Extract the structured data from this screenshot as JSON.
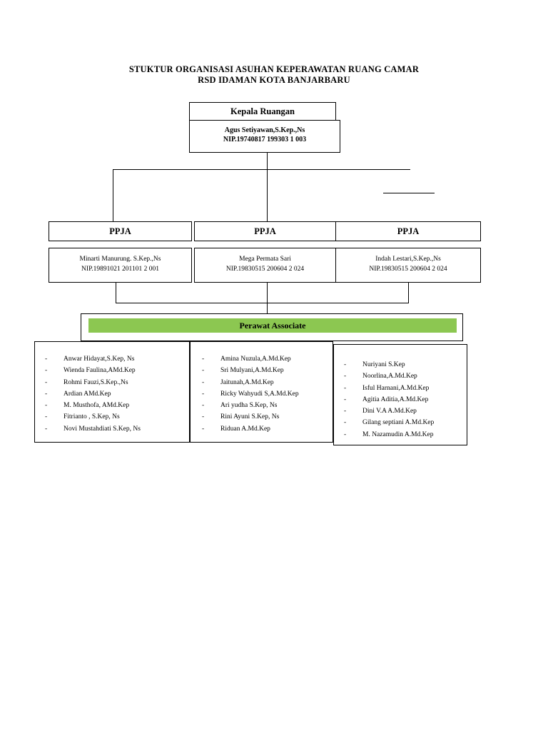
{
  "title": {
    "line1": "STUKTUR ORGANISASI ASUHAN KEPERAWATAN RUANG CAMAR",
    "line2": "RSD IDAMAN  KOTA BANJARBARU"
  },
  "kepala": {
    "role": "Kepala Ruangan",
    "name": "Agus Setiyawan,S.Kep.,Ns",
    "nip": "NIP.19740817 199303 1 003"
  },
  "ppja": [
    {
      "role": "PPJA",
      "name": "Minarti Manurung. S.Kep.,Ns",
      "nip": "NIP.19891021 201101 2 001"
    },
    {
      "role": "PPJA",
      "name": "Mega Permata Sari",
      "nip": "NIP.19830515 200604 2 024"
    },
    {
      "role": "PPJA",
      "name": "Indah Lestari,S.Kep.,Ns",
      "nip": "NIP.19830515 200604 2 024"
    }
  ],
  "perawat_associate": {
    "label": "Perawat Associate",
    "bar_color": "#8CC751",
    "bullet": "-",
    "columns": [
      {
        "members": [
          "Anwar Hidayat,S.Kep, Ns",
          "Wienda Faulina,AMd.Kep",
          "Rohmi Fauzi,S.Kep.,Ns",
          "Ardian AMd.Kep",
          "M. Musthofa, AMd.Kep",
          "Fitrianto , S.Kep, Ns",
          "Novi Mustahdiati S.Kep, Ns"
        ]
      },
      {
        "members": [
          "Amina Nuzula,A.Md.Kep",
          "Sri Mulyani,A.Md.Kep",
          "Jaitunah,A.Md.Kep",
          "Ricky Wahyudi S,A.Md.Kep",
          "Ari yudha S.Kep, Ns",
          "Rini Ayuni S.Kep, Ns",
          "Riduan  A.Md.Kep"
        ]
      },
      {
        "members": [
          "Nuriyani S.Kep",
          "Noorlina,A.Md.Kep",
          "Isful Harnani,A.Md.Kep",
          "Agitia Aditia,A.Md.Kep",
          "Dini V.A A.Md.Kep",
          "Gilang septiani A.Md.Kep",
          "M. Nazamudin A.Md.Kep"
        ]
      }
    ]
  }
}
